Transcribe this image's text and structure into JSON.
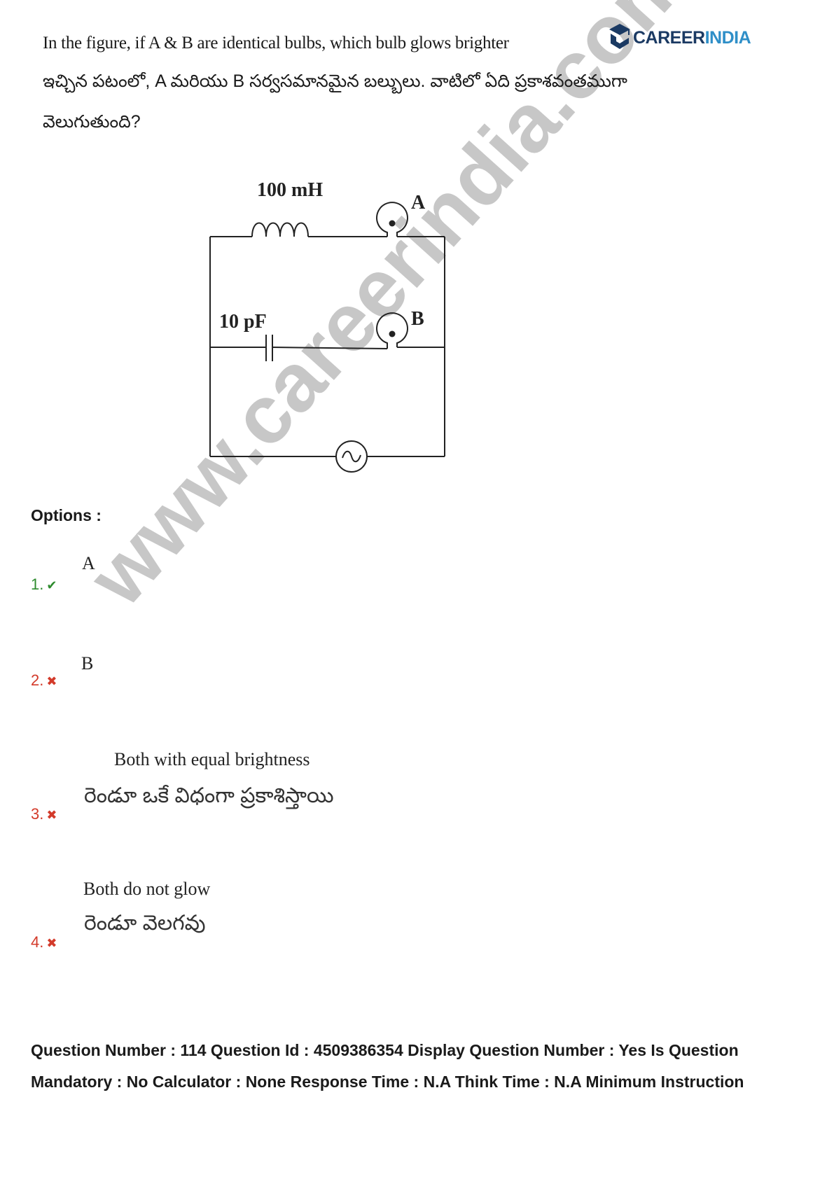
{
  "question": {
    "english": "In the figure, if A & B are identical bulbs, which bulb glows brighter",
    "telugu_line1": "ఇచ్చిన పటంలో, A మరియు B సర్వసమానమైన బల్బులు. వాటిలో ఏది ప్రకాశవంతముగా",
    "telugu_line2": "వెలుగుతుంది?"
  },
  "logo": {
    "text_part1": "CAREER",
    "text_part2": "INDIA",
    "primary_color": "#1b3a63",
    "accent_color": "#2f8fc8"
  },
  "watermark": {
    "text": "www.careerindia.com"
  },
  "circuit": {
    "inductor_label": "100 mH",
    "capacitor_label": "10 pF",
    "bulb_a_label": "A",
    "bulb_b_label": "B"
  },
  "options": {
    "heading": "Options :",
    "items": [
      {
        "number": "1.",
        "status": "correct",
        "mark": "✔",
        "text_en": "A",
        "text_te": ""
      },
      {
        "number": "2.",
        "status": "wrong",
        "mark": "✖",
        "text_en": "B",
        "text_te": ""
      },
      {
        "number": "3.",
        "status": "wrong",
        "mark": "✖",
        "text_en": "Both with equal brightness",
        "text_te": "రెండూ ఒకే విధంగా ప్రకాశిస్తాయి"
      },
      {
        "number": "4.",
        "status": "wrong",
        "mark": "✖",
        "text_en": "Both do not glow",
        "text_te": "రెండూ వెలగవు"
      }
    ]
  },
  "meta": {
    "line1": "Question Number : 114 Question Id : 4509386354 Display Question Number : Yes Is Question",
    "line2": "Mandatory : No Calculator : None Response Time : N.A Think Time : N.A Minimum Instruction"
  }
}
